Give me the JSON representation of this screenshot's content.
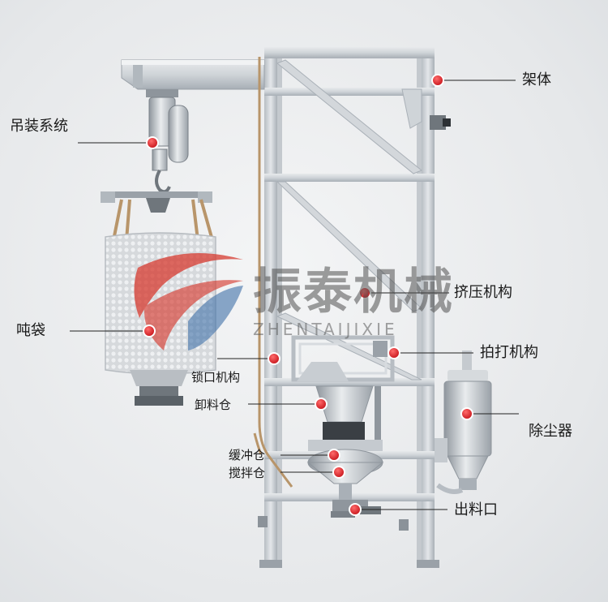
{
  "watermark": {
    "brand_cn": "振泰机械",
    "brand_en": "ZHENTAIJIXIE"
  },
  "labels": {
    "frame": "架体",
    "hoist_system": "吊装系统",
    "ton_bag": "吨袋",
    "squeeze_mechanism": "挤压机构",
    "tapping_mechanism": "拍打机构",
    "lock_mechanism": "锁口机构",
    "discharge_bin": "卸料仓",
    "dust_collector": "除尘器",
    "buffer_bin": "缓冲仓",
    "mixing_bin": "搅拌仓",
    "outlet": "出料口"
  },
  "colors": {
    "marker": "#d9141b",
    "frame": "#c9ced3",
    "frame_edge": "#9aa1a8",
    "leader": "#222222",
    "logo_red": "#d63a2f",
    "logo_blue": "#3f6fa8"
  }
}
